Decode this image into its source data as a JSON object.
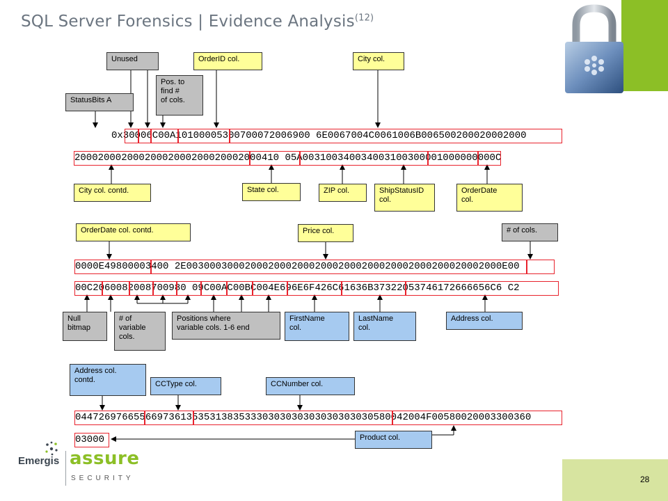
{
  "slide": {
    "title": "SQL Server Forensics | Evidence Analysis",
    "title_sup": "(12)",
    "page_number": "28"
  },
  "hex_lines": [
    "0x30006C00A10100005300700072006900 6E0067004C0061006B006500200020002000",
    "20002000200020002000200020002000410 05A003100340034003100300001000000000C",
    "0000E49800003400 2E003000300020002000200020002000200020002000200020002000E00",
    "00C2060082008700980 09C00AC00BC004E696E6F426C61636B37322053746172666656C6 C2",
    "044726976655669736135353138353330303030303030303030580042004F00580020003300360",
    "03000"
  ],
  "labels": {
    "unused": "Unused",
    "orderid": "OrderID col.",
    "city": "City col.",
    "pos": "Pos. to\nfind #\nof cols.",
    "statusbits": "StatusBits A",
    "city_contd": "City col. contd.",
    "state": "State col.",
    "zip": "ZIP col.",
    "shipstatus": "ShipStatusID\ncol.",
    "orderdate": "OrderDate\ncol.",
    "orderdate_contd": "OrderDate col. contd.",
    "price": "Price col.",
    "numcols": "# of cols.",
    "nullbitmap": "Null\nbitmap",
    "numvar": "# of\nvariable\ncols.",
    "positions": "Positions where\nvariable cols. 1-6 end",
    "firstname": "FirstName\ncol.",
    "lastname": "LastName\ncol.",
    "address": "Address col.",
    "address_contd": "Address col.\ncontd.",
    "cctype": "CCType col.",
    "ccnumber": "CCNumber col.",
    "product": "Product col."
  },
  "logo": {
    "company": "Emergis",
    "product": "assure",
    "tagline": "SECURITY"
  },
  "colors": {
    "accent_green": "#8cbf26",
    "box_red": "#e8222c",
    "label_gray": "#c0c0c0",
    "label_yellow": "#ffff99",
    "label_blue": "#a6caf0"
  }
}
